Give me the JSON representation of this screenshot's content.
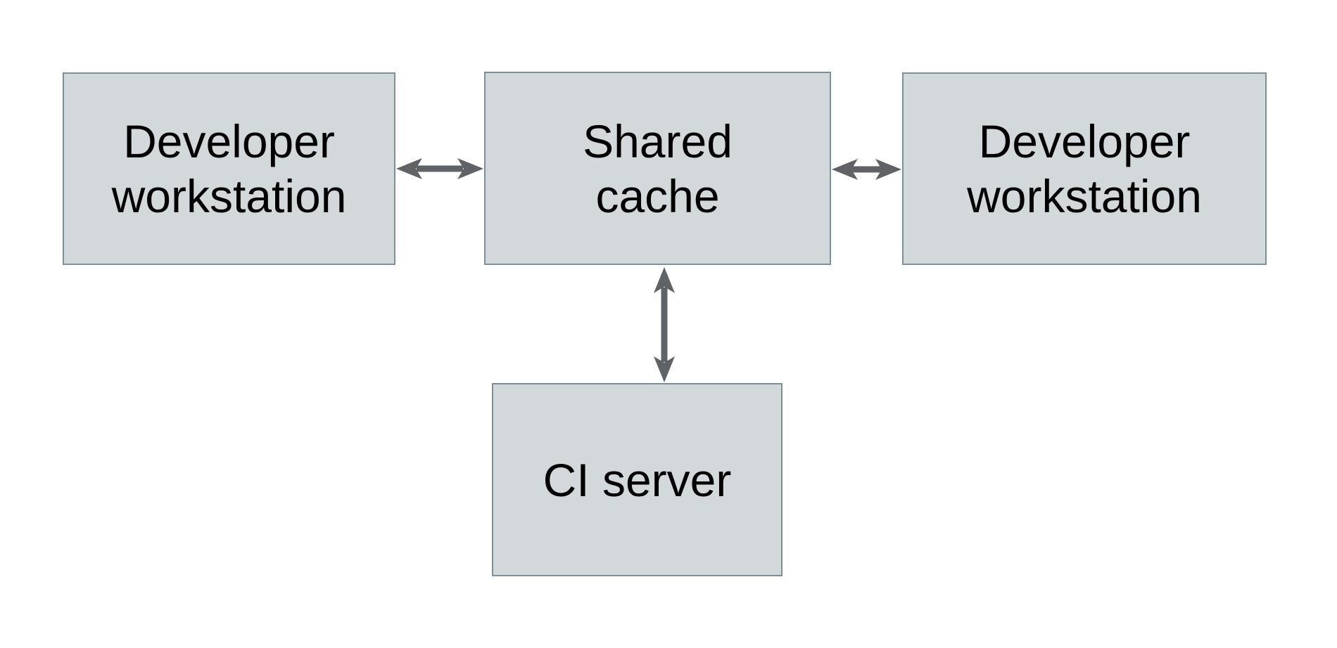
{
  "diagram": {
    "nodes": [
      {
        "id": "developer-workstation-left",
        "lines": [
          "Developer",
          "workstation"
        ]
      },
      {
        "id": "shared-cache",
        "lines": [
          "Shared",
          "cache"
        ]
      },
      {
        "id": "developer-workstation-right",
        "lines": [
          "Developer",
          "workstation"
        ]
      },
      {
        "id": "ci-server",
        "lines": [
          "CI server"
        ]
      }
    ],
    "edges": [
      {
        "from": "developer-workstation-left",
        "to": "shared-cache",
        "direction": "bidirectional"
      },
      {
        "from": "shared-cache",
        "to": "developer-workstation-right",
        "direction": "bidirectional"
      },
      {
        "from": "shared-cache",
        "to": "ci-server",
        "direction": "bidirectional"
      }
    ],
    "colors": {
      "box_fill": "#d3d9db",
      "box_border": "#7b909b",
      "arrow": "#5f6368",
      "text": "#000000",
      "background": "#ffffff"
    }
  }
}
